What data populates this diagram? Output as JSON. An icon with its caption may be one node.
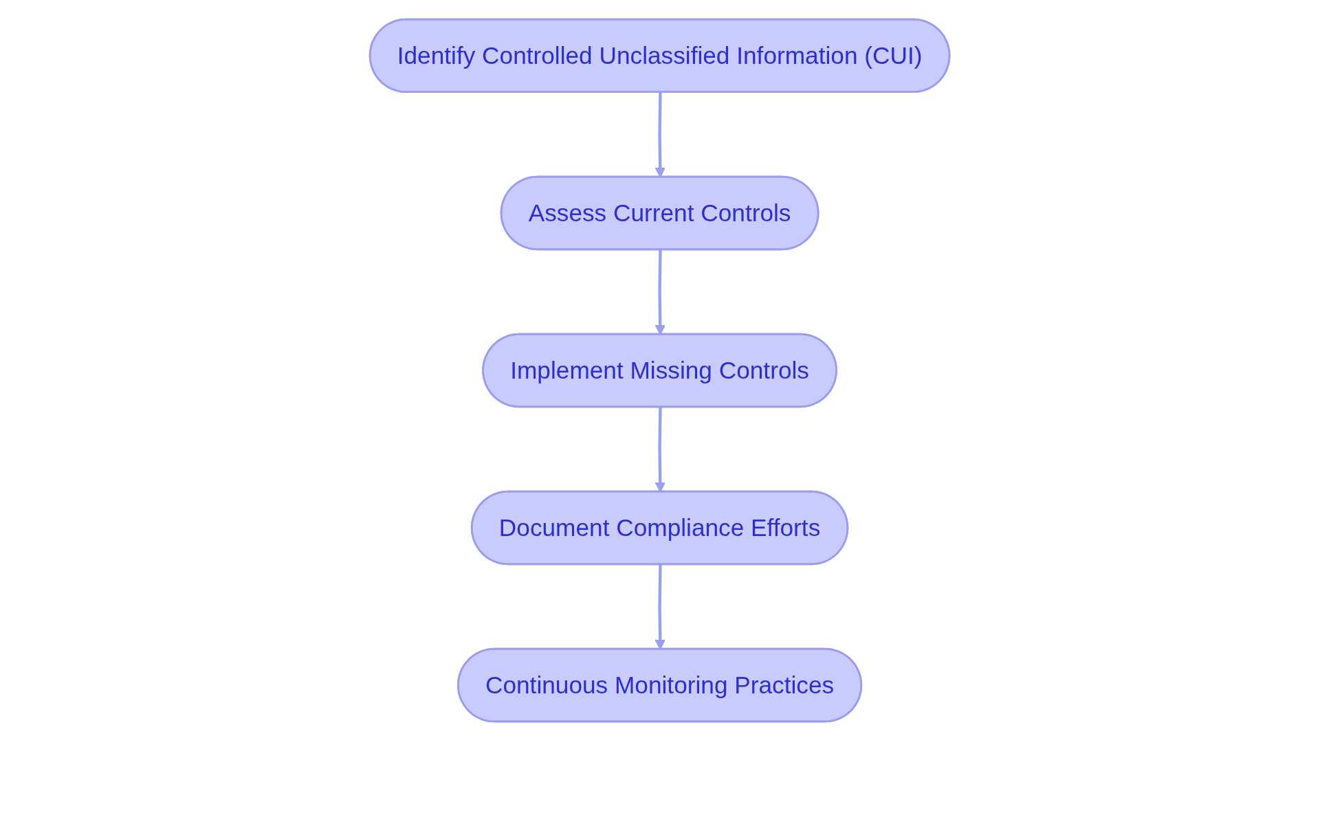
{
  "diagram": {
    "nodes": [
      {
        "text": [
          "Identify Controlled Unclassified Information (CUI)"
        ]
      },
      {
        "text": [
          "Assess Current Controls"
        ]
      },
      {
        "text": [
          "Implement Missing Controls"
        ]
      },
      {
        "text": [
          "Document Compliance Efforts"
        ]
      },
      {
        "text": [
          "Continuous Monitoring Practices"
        ]
      }
    ],
    "edges": [
      {
        "from": 0,
        "to": 1,
        "arrow": "to"
      },
      {
        "from": 1,
        "to": 2,
        "arrow": "to"
      },
      {
        "from": 2,
        "to": 3,
        "arrow": "to"
      },
      {
        "from": 3,
        "to": 4,
        "arrow": "to"
      }
    ]
  }
}
